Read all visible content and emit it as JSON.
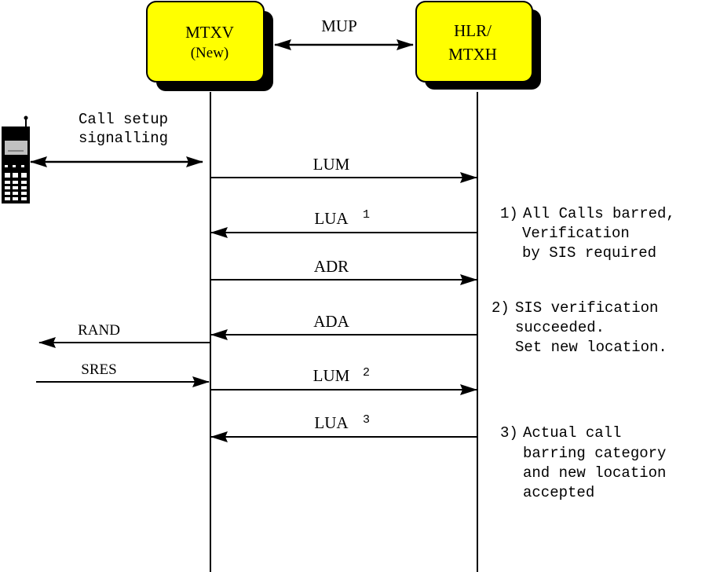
{
  "colors": {
    "box_fill": "#ffff00",
    "line": "#000000",
    "background": "#ffffff",
    "screen": "#c0c0c0"
  },
  "entities": {
    "mtxv": {
      "title": "MTXV",
      "subtitle": "(New)"
    },
    "hlr": {
      "line1": "HLR/",
      "line2": "MTXH"
    },
    "mobile": {
      "icon": "mobile-phone-icon"
    }
  },
  "links": {
    "mup": "MUP",
    "call_setup": {
      "line1": "Call setup",
      "line2": "signalling"
    }
  },
  "messages": [
    {
      "label": "LUM",
      "note_ref": "",
      "direction": "right"
    },
    {
      "label": "LUA",
      "note_ref": "1",
      "direction": "left"
    },
    {
      "label": "ADR",
      "note_ref": "",
      "direction": "right"
    },
    {
      "label": "ADA",
      "note_ref": "",
      "direction": "left"
    },
    {
      "label": "LUM",
      "note_ref": "2",
      "direction": "right"
    },
    {
      "label": "LUA",
      "note_ref": "3",
      "direction": "left"
    }
  ],
  "mobile_messages": [
    {
      "label": "RAND",
      "direction": "left"
    },
    {
      "label": "SRES",
      "direction": "right"
    }
  ],
  "notes": [
    {
      "number": "1)",
      "lines": [
        "All Calls barred,",
        "Verification",
        "by SIS required"
      ]
    },
    {
      "number": "2)",
      "lines": [
        "SIS verification",
        "succeeded.",
        "Set new location."
      ]
    },
    {
      "number": "3)",
      "lines": [
        "Actual call",
        "barring category",
        "and new location",
        "accepted"
      ]
    }
  ]
}
